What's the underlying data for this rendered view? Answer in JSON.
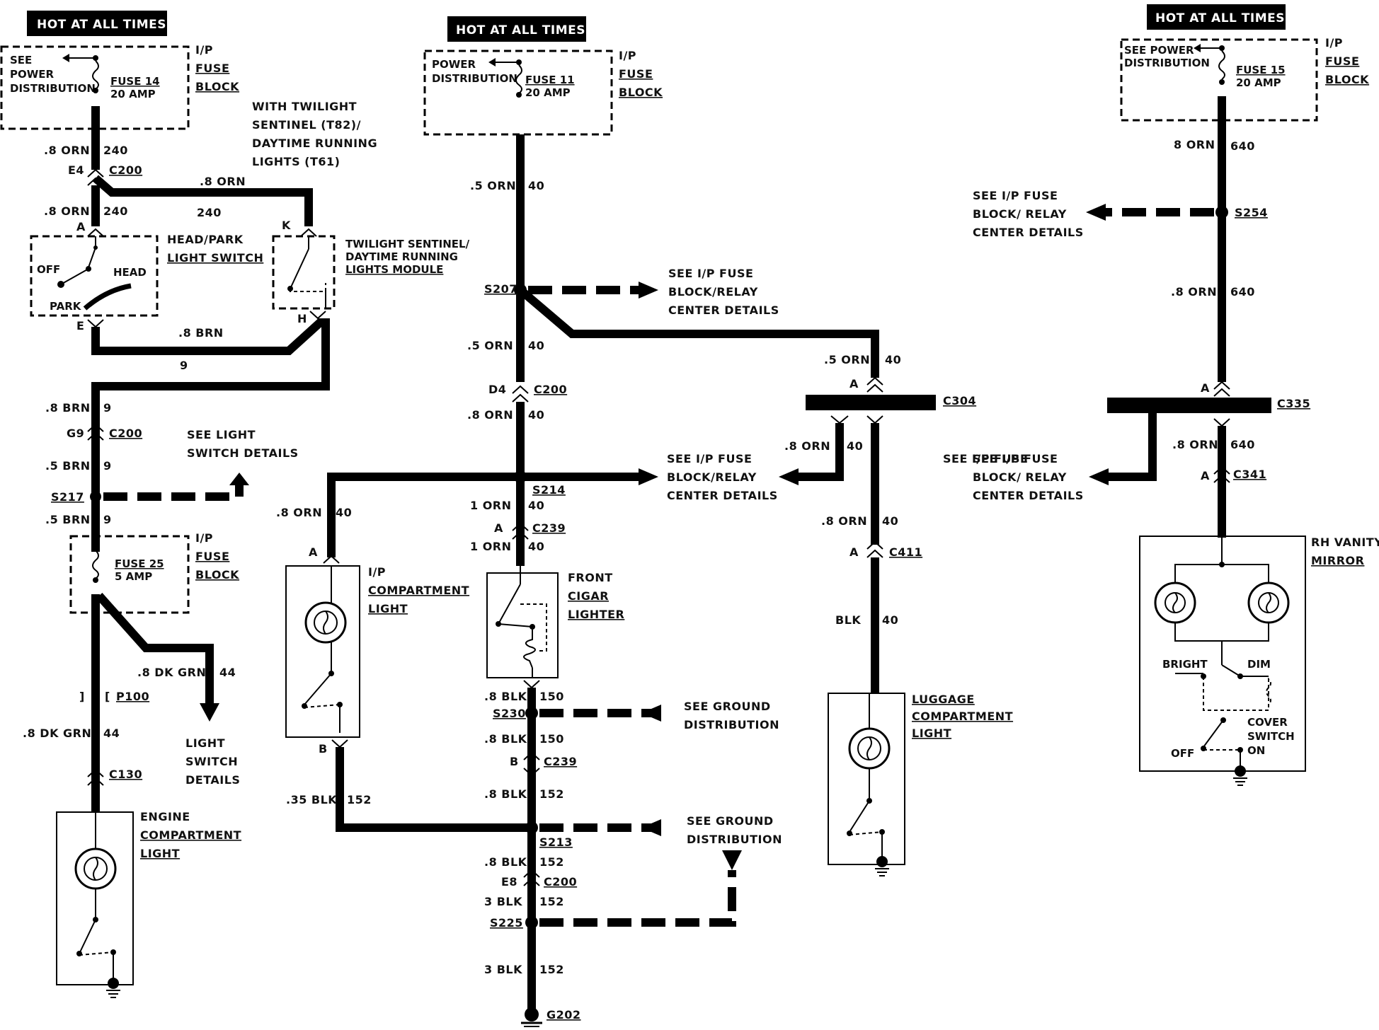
{
  "headers": {
    "left": "HOT AT ALL TIMES",
    "center": "HOT AT ALL TIMES",
    "right": "HOT AT ALL TIMES"
  },
  "fuse_blocks": {
    "fb14": {
      "source": [
        "SEE",
        "POWER",
        "DISTRIBUTION"
      ],
      "fuse": "FUSE 14",
      "amp": "20 AMP",
      "label": [
        "I/P",
        "FUSE",
        "BLOCK"
      ]
    },
    "fb11": {
      "source": [
        "POWER",
        "DISTRIBUTION"
      ],
      "fuse": "FUSE 11",
      "amp": "20 AMP",
      "label": [
        "I/P",
        "FUSE",
        "BLOCK"
      ]
    },
    "fb15": {
      "source": [
        "SEE POWER",
        "DISTRIBUTION"
      ],
      "fuse": "FUSE 15",
      "amp": "20 AMP",
      "label": [
        "I/P",
        "FUSE",
        "BLOCK"
      ]
    },
    "fb25": {
      "fuse": "FUSE 25",
      "amp": "5 AMP",
      "label": [
        "I/P",
        "FUSE",
        "BLOCK"
      ]
    }
  },
  "notes": {
    "twilight_option": [
      "WITH TWILIGHT",
      "SENTINEL (T82)/",
      "DAYTIME RUNNING",
      "LIGHTS (T61)"
    ],
    "see_light_switch": [
      "SEE LIGHT",
      "SWITCH DETAILS"
    ],
    "light_switch_details": [
      "LIGHT",
      "SWITCH",
      "DETAILS"
    ],
    "see_ip_fuse_block_1": [
      "SEE I/P FUSE",
      "BLOCK/RELAY",
      "CENTER DETAILS"
    ],
    "see_ip_fuse_block_2": [
      "SEE I/P FUSE",
      "BLOCK/RELAY",
      "CENTER DETAILS"
    ],
    "see_ip_fuse_block_3": [
      "SEE I/P FUSE",
      "BLOCK/RELAY",
      "CENTER DETAILS"
    ],
    "see_ip_fuse_block_4": [
      "SEE I/P FUSE",
      "BLOCK/ RELAY",
      "CENTER DETAILS"
    ],
    "see_ground_1": [
      "SEE GROUND",
      "DISTRIBUTION"
    ],
    "see_ground_2": [
      "SEE GROUND",
      "DISTRIBUTION"
    ]
  },
  "components": {
    "head_park_switch": [
      "HEAD/PARK",
      "LIGHT SWITCH"
    ],
    "switch_off": "OFF",
    "switch_head": "HEAD",
    "switch_park": "PARK",
    "twilight_module": [
      "TWILIGHT SENTINEL/",
      "DAYTIME RUNNING",
      "LIGHTS MODULE"
    ],
    "engine_light": [
      "ENGINE",
      "COMPARTMENT",
      "LIGHT"
    ],
    "ip_light": [
      "I/P",
      "COMPARTMENT",
      "LIGHT"
    ],
    "cigar_lighter": [
      "FRONT",
      "CIGAR",
      "LIGHTER"
    ],
    "luggage_light": [
      "LUGGAGE",
      "COMPARTMENT",
      "LIGHT"
    ],
    "vanity_mirror": [
      "RH VANITY",
      "MIRROR"
    ],
    "vanity_bright": "BRIGHT",
    "vanity_dim": "DIM",
    "vanity_cover": [
      "COVER",
      "SWITCH"
    ],
    "vanity_off": "OFF",
    "vanity_on": "ON"
  },
  "wire_labels": {
    "w1": ".8 ORN",
    "w1c": "240",
    "w2": ".8 ORN",
    "w2c": "240",
    "w3": ".8 ORN",
    "w3c": "240",
    "w4": ".8 BRN",
    "w4c": "9",
    "w5": ".8 BRN",
    "w5c": "9",
    "w6": ".5 BRN",
    "w6c": "9",
    "w7": ".5 BRN",
    "w7c": "9",
    "w8": ".8 DK GRN",
    "w8c": "44",
    "w9": ".8 DK GRN",
    "w9c": "44",
    "m1": ".5 ORN",
    "m1c": "40",
    "m2": ".5 ORN",
    "m2c": "40",
    "m3": ".8 ORN",
    "m3c": "40",
    "m4": ".8 ORN",
    "m4c": "40",
    "m5": "1 ORN",
    "m5c": "40",
    "m6": "1 ORN",
    "m6c": "40",
    "m7": ".8 BLK",
    "m7c": "150",
    "m8": ".8 BLK",
    "m8c": "150",
    "m9": ".8 BLK",
    "m9c": "152",
    "m10": ".35 BLK",
    "m10c": "152",
    "m11": ".8 BLK",
    "m11c": "152",
    "m12": "3 BLK",
    "m12c": "152",
    "m13": "3 BLK",
    "m13c": "152",
    "l1": ".5 ORN",
    "l1c": "40",
    "l2": ".8 ORN",
    "l2c": "40",
    "l3": ".8 ORN",
    "l3c": "40",
    "l4": "BLK",
    "l4c": "40",
    "r1": "8 ORN",
    "r1c": "640",
    "r2": ".8 ORN",
    "r2c": "640",
    "r3": ".8 ORN",
    "r3c": "640"
  },
  "connectors": {
    "E4": "E4",
    "C200a": "C200",
    "A_sw": "A",
    "K_mod": "K",
    "E_sw": "E",
    "H_mod": "H",
    "G9": "G9",
    "C200b": "C200",
    "S217": "S217",
    "P100": "P100",
    "C130": "C130",
    "S207": "S207",
    "D4": "D4",
    "C200c": "C200",
    "S214": "S214",
    "A_c239": "A",
    "C239a": "C239",
    "A_ip": "A",
    "B_ip": "B",
    "S230": "S230",
    "B_c239": "B",
    "C239b": "C239",
    "S213": "S213",
    "E8": "E8",
    "C200d": "C200",
    "S225": "S225",
    "G202": "G202",
    "A_c304": "A",
    "C304": "C304",
    "A_c411": "A",
    "C411": "C411",
    "S254": "S254",
    "A_c335": "A",
    "C335": "C335",
    "A_c341": "A",
    "C341": "C341"
  }
}
